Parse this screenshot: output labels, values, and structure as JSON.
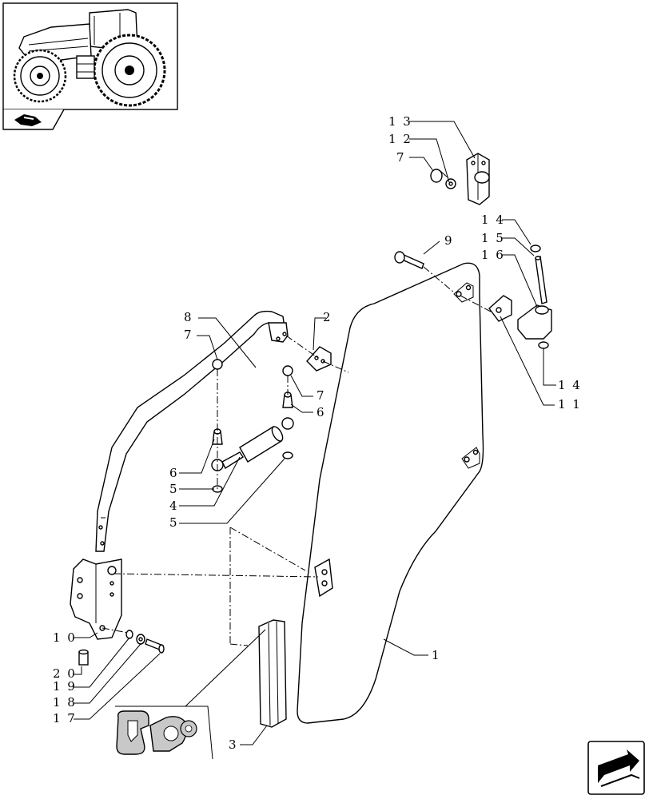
{
  "colors": {
    "ink": "#000000",
    "paper": "#ffffff",
    "seal_fill": "#c8c8c8"
  },
  "icons": {
    "thumbnail": "tractor-thumbnail-icon",
    "section": "section-bookmark-icon",
    "next": "next-page-arrow-icon"
  },
  "callouts": [
    {
      "id": "13",
      "text": "1 3"
    },
    {
      "id": "12",
      "text": "1 2"
    },
    {
      "id": "7a",
      "text": "7"
    },
    {
      "id": "14a",
      "text": "1 4"
    },
    {
      "id": "15",
      "text": "1 5"
    },
    {
      "id": "16",
      "text": "1 6"
    },
    {
      "id": "9",
      "text": "9"
    },
    {
      "id": "8",
      "text": "8"
    },
    {
      "id": "7b",
      "text": "7"
    },
    {
      "id": "2",
      "text": "2"
    },
    {
      "id": "14b",
      "text": "1 4"
    },
    {
      "id": "11",
      "text": "1 1"
    },
    {
      "id": "7c",
      "text": "7"
    },
    {
      "id": "6a",
      "text": "6"
    },
    {
      "id": "6b",
      "text": "6"
    },
    {
      "id": "5a",
      "text": "5"
    },
    {
      "id": "4",
      "text": "4"
    },
    {
      "id": "5b",
      "text": "5"
    },
    {
      "id": "1",
      "text": "1"
    },
    {
      "id": "10",
      "text": "1 0"
    },
    {
      "id": "20",
      "text": "2 0"
    },
    {
      "id": "19",
      "text": "1 9"
    },
    {
      "id": "18",
      "text": "1 8"
    },
    {
      "id": "17",
      "text": "1 7"
    },
    {
      "id": "3",
      "text": "3"
    }
  ]
}
